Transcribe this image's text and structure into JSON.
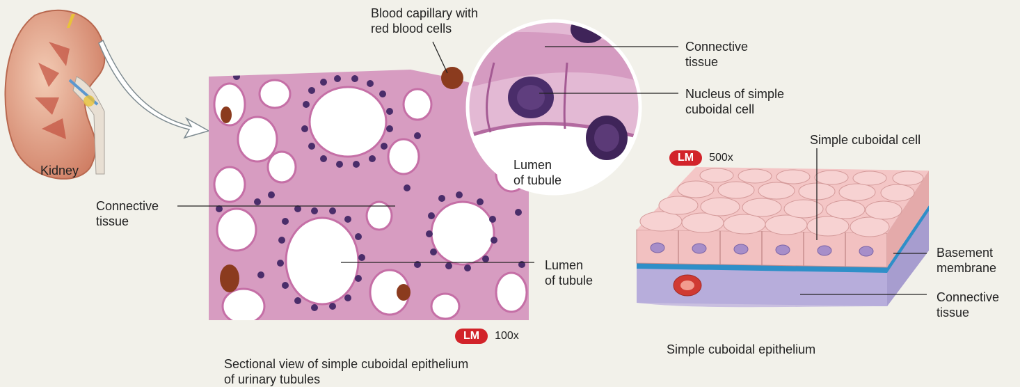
{
  "labels": {
    "kidney": "Kidney",
    "blood_capillary": "Blood capillary with\nred blood cells",
    "connective_tissue_left": "Connective\ntissue",
    "lumen_micro": "Lumen\nof tubule",
    "connective_tissue_top": "Connective\ntissue",
    "nucleus": "Nucleus of simple\ncuboidal cell",
    "lumen_inset": "Lumen\nof tubule",
    "simple_cuboidal_cell": "Simple cuboidal cell",
    "basement_membrane": "Basement\nmembrane",
    "connective_tissue_right": "Connective\ntissue",
    "caption_micro": "Sectional view of simple cuboidal epithelium\nof urinary tubules",
    "caption_diagram": "Simple cuboidal epithelium"
  },
  "badges": {
    "micrograph": {
      "tag": "LM",
      "magnification": "100x"
    },
    "inset": {
      "tag": "LM",
      "magnification": "500x"
    }
  },
  "colors": {
    "lm_badge": "#d2232a",
    "tissue_pink": "#e6b7cf",
    "nucleus_purple": "#4a2d6a",
    "basement_blue": "#2f8fc8"
  }
}
